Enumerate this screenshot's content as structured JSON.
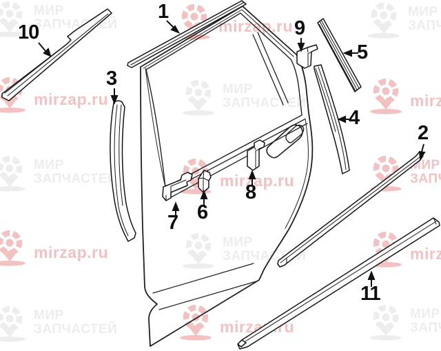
{
  "callouts": [
    {
      "number": "1"
    },
    {
      "number": "2"
    },
    {
      "number": "3"
    },
    {
      "number": "4"
    },
    {
      "number": "5"
    },
    {
      "number": "6"
    },
    {
      "number": "7"
    },
    {
      "number": "8"
    },
    {
      "number": "9"
    },
    {
      "number": "10"
    },
    {
      "number": "11"
    }
  ],
  "watermarks": {
    "gray_color": "#ededed",
    "red_color": "#f2c1c1",
    "cells": [
      {
        "variant": "ru",
        "color": "gray",
        "line1": "МИР",
        "line2": "ЗАПЧАСТЕЙ"
      },
      {
        "variant": "site",
        "color": "red",
        "line1": "mirzap.ru"
      },
      {
        "variant": "ru",
        "color": "gray",
        "line1": "МИР",
        "line2": "ЗАПЧАСТЕЙ"
      },
      {
        "variant": "site",
        "color": "red",
        "line1": "mirzap.ru"
      },
      {
        "variant": "ru",
        "color": "gray",
        "line1": "МИР",
        "line2": "ЗАПЧАСТЕЙ"
      },
      {
        "variant": "site",
        "color": "red",
        "line1": "mirzap.ru"
      },
      {
        "variant": "ru",
        "color": "gray",
        "line1": "МИР",
        "line2": "ЗАПЧАСТЕЙ"
      },
      {
        "variant": "site",
        "color": "red",
        "line1": "mirzap.ru"
      },
      {
        "variant": "ru",
        "color": "red",
        "line1": "МИР",
        "line2": "ЗАПЧАСТЕЙ"
      },
      {
        "variant": "site",
        "color": "red",
        "line1": "mirzap.ru"
      },
      {
        "variant": "ru",
        "color": "gray",
        "line1": "МИР",
        "line2": "ЗАПЧАСТЕЙ"
      },
      {
        "variant": "site",
        "color": "red",
        "line1": "mirzap.ru"
      },
      {
        "variant": "ru",
        "color": "gray",
        "line1": "МИР",
        "line2": "ЗАПЧАСТЕЙ"
      },
      {
        "variant": "site",
        "color": "red",
        "line1": "mirzap.ru"
      },
      {
        "variant": "ru",
        "color": "gray",
        "line1": "МИР",
        "line2": "ЗАПЧАСТЕЙ"
      }
    ]
  }
}
